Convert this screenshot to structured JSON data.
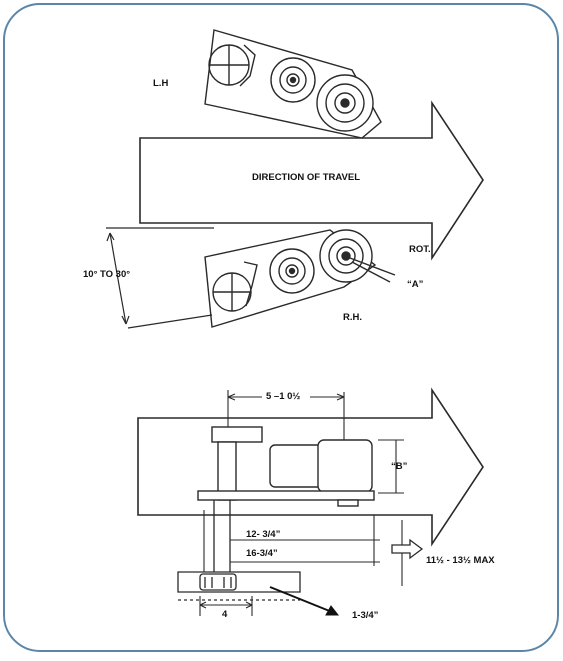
{
  "labels": {
    "lh": "L.H",
    "direction": "DIRECTION OF TRAVEL",
    "angle": "10° TO 30°",
    "rot": "ROT.",
    "a": "“A”",
    "rh": "R.H.",
    "dim_top": "5 –1 0½",
    "b": "“B”",
    "dim_1234": "12- 3/4”",
    "dim_1634": "16-3/4”",
    "max": "11½ - 13½  MAX",
    "four": "4",
    "dim_134": "1-3/4”"
  },
  "colors": {
    "frame": "#5b86a8",
    "ink": "#2a2a2a"
  }
}
